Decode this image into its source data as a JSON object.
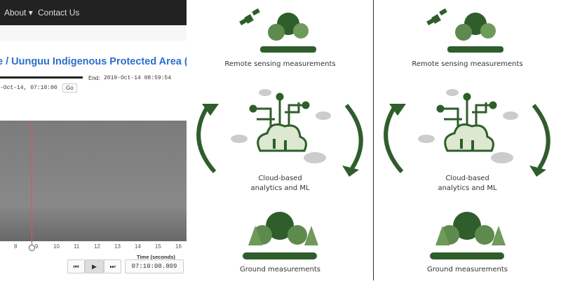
{
  "nav": {
    "items": [
      "About",
      "Contact Us"
    ]
  },
  "title": "e / Uunguu Indigenous Protected Area (W",
  "end_label": "End:",
  "end_value": "2019-Oct-14 08:59:54",
  "start_value": "-Oct-14, 07:10:00",
  "go": "Go",
  "ticks": [
    "8",
    "9",
    "10",
    "11",
    "12",
    "13",
    "14",
    "15",
    "16"
  ],
  "time_label": "Time (seconds)",
  "player": {
    "prev": "⏮",
    "play": "▶",
    "next": "⏭",
    "time": "07:10:08.809"
  },
  "diagram": {
    "top": "Remote sensing measurements",
    "middle_1": "Cloud-based",
    "middle_2": "analytics and ML",
    "bottom": "Ground measurements"
  },
  "colors": {
    "green": "#2f5d2b",
    "light_green": "#6f9a5a",
    "link": "#2a6fc9"
  }
}
